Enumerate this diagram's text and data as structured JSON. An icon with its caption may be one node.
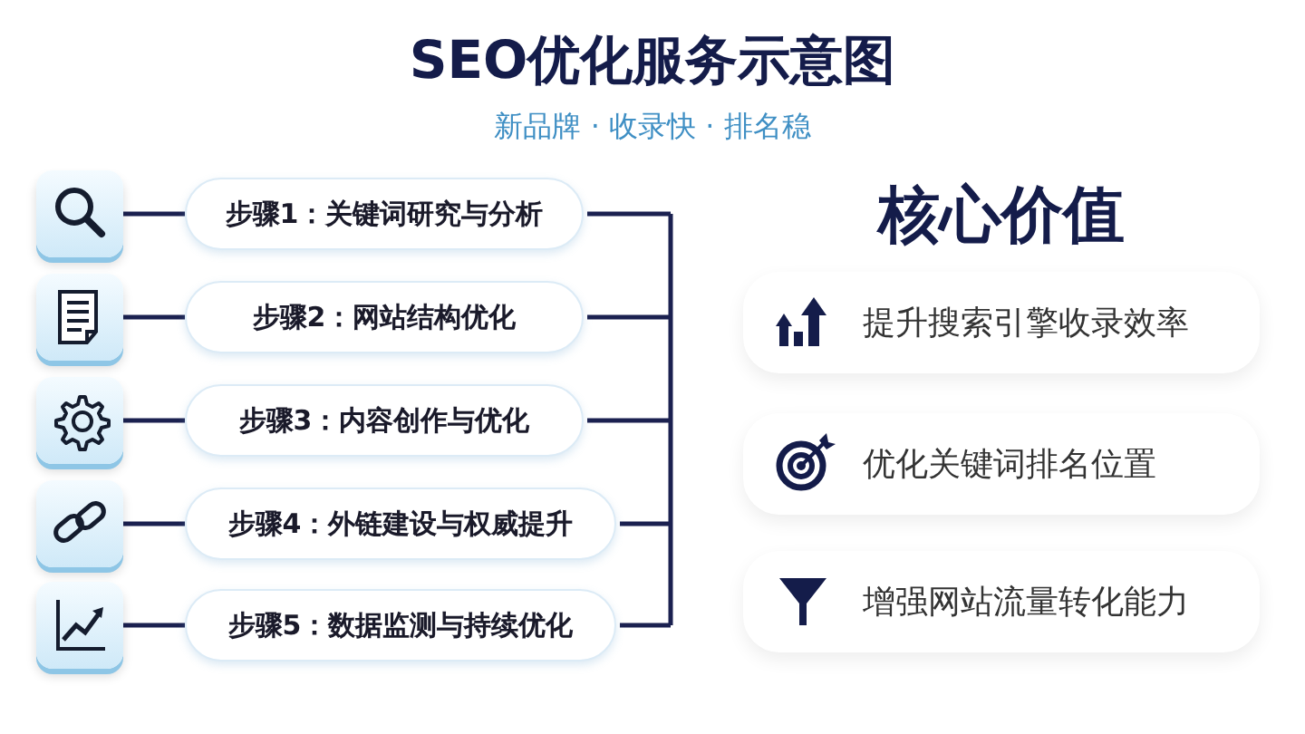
{
  "diagram": {
    "title": "SEO优化服务示意图",
    "nodes": [
      {
        "text": [],
        "shape": "box"
      },
      {
        "text": [
          "步骤1：关键词研究与分析"
        ]
      },
      {
        "text": [],
        "shape": "box"
      },
      {
        "text": [
          "步骤2：网站结构优化"
        ]
      },
      {
        "text": [],
        "shape": "box"
      },
      {
        "text": [
          "步骤3：内容创作与优化"
        ]
      },
      {
        "text": [],
        "shape": "box"
      },
      {
        "text": [
          "步骤4：外链建设与权威提升"
        ]
      },
      {
        "text": [],
        "shape": "box"
      },
      {
        "text": [
          "步骤5：数据监测与持续优化"
        ]
      },
      {
        "text": [
          "提升搜索引擎收录效率"
        ]
      },
      {
        "text": [
          "优化关键词排名位置"
        ]
      },
      {
        "text": [
          "增强网站流量转化能力"
        ]
      }
    ],
    "edges": [
      {
        "from": 0,
        "to": 1,
        "arrow": "none"
      },
      {
        "from": 2,
        "to": 3,
        "arrow": "none"
      },
      {
        "from": 4,
        "to": 5,
        "arrow": "none"
      },
      {
        "from": 6,
        "to": 7,
        "arrow": "none"
      },
      {
        "from": 8,
        "to": 9,
        "arrow": "none"
      }
    ],
    "labels": [
      "新品牌 · 收录快 · 排名稳",
      "核心价值"
    ]
  }
}
